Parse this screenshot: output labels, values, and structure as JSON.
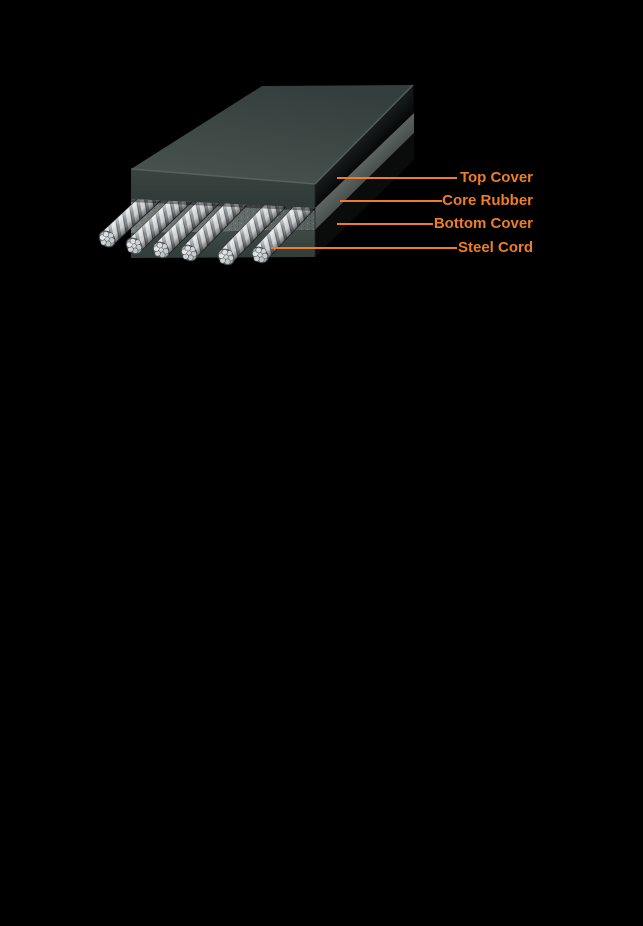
{
  "diagram": {
    "background_color": "#000000",
    "accent_color": "#ee7d28",
    "labels": [
      {
        "label": "Top Cover"
      },
      {
        "label": "Core Rubber"
      },
      {
        "label": "Bottom Cover"
      },
      {
        "label": "Steel Cord"
      }
    ],
    "illustration": {
      "layer_names": [
        "Top Cover",
        "Core Rubber",
        "Bottom Cover"
      ],
      "steel_cord_count": 6,
      "cover_rubber_color": "#3d4846",
      "core_rubber_color": "#6e7673",
      "steel_cord_color": "#cfd4d6"
    }
  }
}
